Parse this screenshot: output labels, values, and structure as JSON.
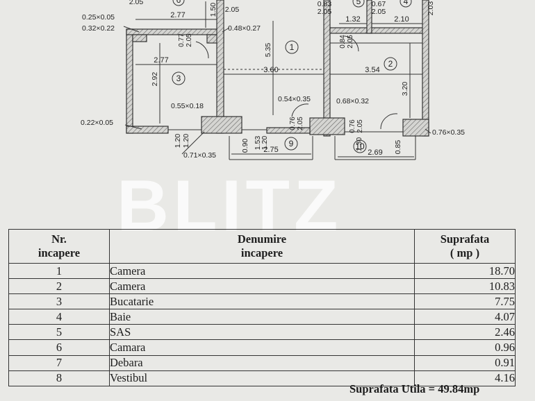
{
  "plan": {
    "room_numbers": [
      "1",
      "2",
      "3",
      "4",
      "5",
      "6",
      "9",
      "10"
    ],
    "dims_horizontal": [
      "2.77",
      "2.77",
      "3.60",
      "3.54",
      "1.32",
      "2.10",
      "2.75",
      "2.69"
    ],
    "dims_vertical": [
      "1.50",
      "5.35",
      "2.92",
      "3.20",
      "2.03",
      "0.90",
      "1.53",
      "1.20",
      "1.20",
      "1.20",
      "0.85",
      "1.30"
    ],
    "openings_top": [
      "2.05",
      "2.05",
      "0.83",
      "2.05",
      "0.67",
      "2.05"
    ],
    "openings": [
      "0.77\n2.05",
      "0.84\n2.05",
      "0.76\n2.05",
      "0.76\n2.05"
    ],
    "wall_notes": [
      "0.25×0.05",
      "0.32×0.22",
      "0.48×0.27",
      "0.55×0.18",
      "0.22×0.05",
      "0.54×0.35",
      "0.68×0.32",
      "0.71×0.35",
      "0.76×0.35"
    ]
  },
  "watermark": "BLITZ",
  "table": {
    "headers": {
      "nr": "Nr.\nincapere",
      "name": "Denumire\nincapere",
      "area": "Suprafata\n( mp )"
    },
    "rows": [
      {
        "nr": "1",
        "name": "Camera",
        "area": "18.70"
      },
      {
        "nr": "2",
        "name": "Camera",
        "area": "10.83"
      },
      {
        "nr": "3",
        "name": "Bucatarie",
        "area": "7.75"
      },
      {
        "nr": "4",
        "name": "Baie",
        "area": "4.07"
      },
      {
        "nr": "5",
        "name": "SAS",
        "area": "2.46"
      },
      {
        "nr": "6",
        "name": "Camara",
        "area": "0.96"
      },
      {
        "nr": "7",
        "name": "Debara",
        "area": "0.91"
      },
      {
        "nr": "8",
        "name": "Vestibul",
        "area": "4.16"
      }
    ],
    "total": "Suprafata Utila = 49.84mp"
  }
}
